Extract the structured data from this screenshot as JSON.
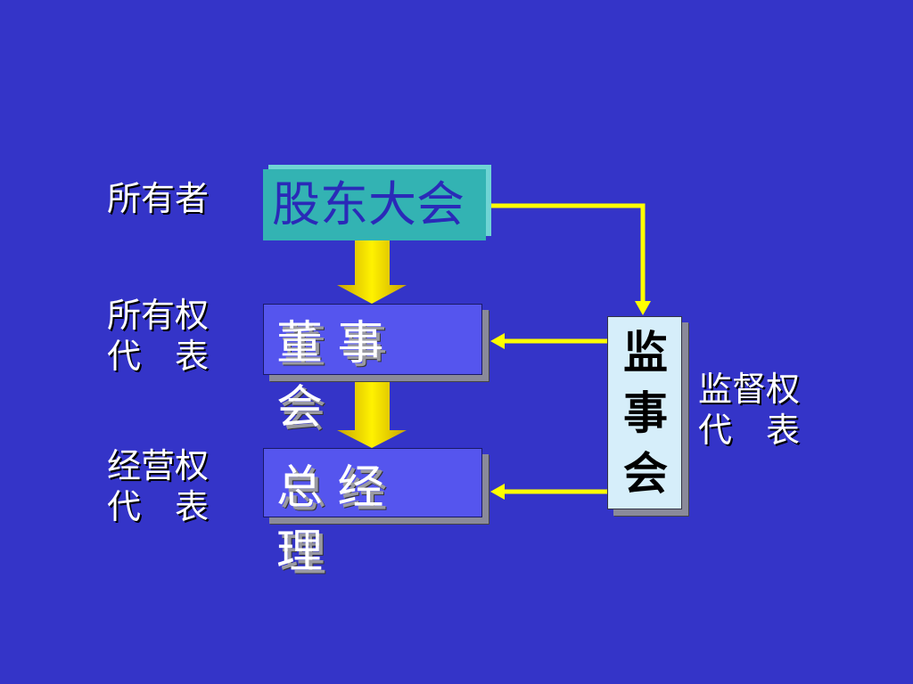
{
  "labels": {
    "owner": "所有者",
    "ownership_rep": "所有权\n代　表",
    "operation_rep": "经营权\n代　表",
    "supervision_rep": "监督权\n代　表"
  },
  "boxes": {
    "shareholders_meeting": "股东大会",
    "board_of_directors": "董 事 会",
    "general_manager": "总 经 理",
    "board_of_supervisors": "监事会"
  },
  "colors": {
    "background": "#3434c8",
    "shareholders_box": "#33b3b3",
    "blue_box": "#5555ee",
    "supervisory_box": "#d6eefa",
    "arrow": "#ffff00"
  }
}
